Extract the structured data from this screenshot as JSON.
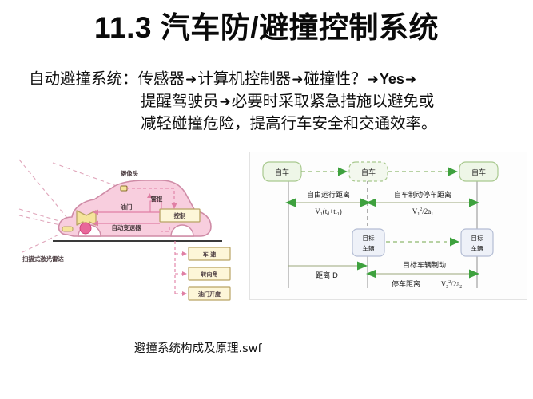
{
  "slide": {
    "title": "11.3 汽车防/避撞控制系统",
    "caption": "避撞系统构成及原理.swf"
  },
  "body_text": {
    "line1_lead": "自动避撞系统：",
    "line1_a": "传感器",
    "arrow": "➜",
    "line1_b": "计算机控制器",
    "line1_c": "碰撞性？",
    "line1_yes": "Yes",
    "line2_a": "提醒驾驶员",
    "line2_b": "必要时采取紧急措施以避免或",
    "line3": "减轻碰撞危险，提高行车安全和交通效率。"
  },
  "car_diagram": {
    "label_camera": "摄像头",
    "label_lidar": "扫描式激光雷达",
    "label_alarm": "警报",
    "label_control": "控制",
    "label_throttle": "油门",
    "label_transmission": "自动变速器",
    "inputs": [
      {
        "label": "车  速"
      },
      {
        "label": "转向角"
      },
      {
        "label": "油门开度"
      }
    ],
    "colors": {
      "body_fill": "#f8cede",
      "body_stroke": "#cf8ba6",
      "ray": "#e0a6bb",
      "box_fill": "#fdf6d8",
      "box_stroke": "#b9a464",
      "sensor_fill": "#f5e49b",
      "sensor_dot": "#e8679a"
    }
  },
  "brake_diagram": {
    "nodes": {
      "ego": "自车",
      "target_line1": "目标",
      "target_line2": "车辆"
    },
    "labels": {
      "free_running": "自由运行距离",
      "free_running_formula_v": "V",
      "free_running_formula_sub": "1",
      "free_running_formula_rest": "(t",
      "ego_brake": "自车制动停车距离",
      "distance_d": "距离 D",
      "target_brake_line1": "目标车辆制动",
      "target_brake_line2": "停车距离"
    },
    "formulas": {
      "free_running": "V₁(t_d+t_r1)",
      "ego_brake": "V₁²/2a₁",
      "target_brake": "V₂²/2a₂"
    },
    "colors": {
      "ego_fill": "#eef6e7",
      "ego_stroke": "#a9c98f",
      "target_fill": "#eef1f8",
      "target_stroke": "#b4bdd4",
      "arrow_green": "#3ea13e",
      "line_olive": "#9aa87c",
      "timeline": "#9a9a9a"
    }
  }
}
